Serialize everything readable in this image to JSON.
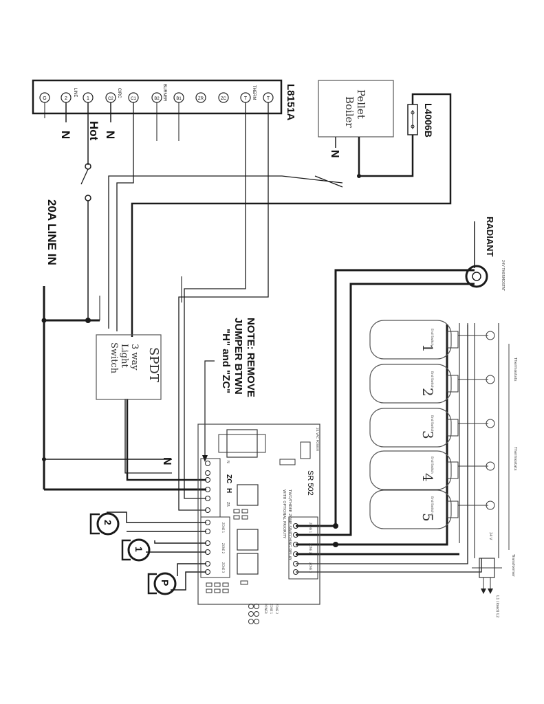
{
  "control_l8151a": {
    "name": "L8151A",
    "terminals": [
      "G",
      "2",
      "1",
      "C2",
      "C1",
      "B2",
      "B1",
      "ZR",
      "ZC",
      "T",
      "T"
    ],
    "labels": {
      "line": "LINE",
      "circ": "CIRC",
      "burner": "BURNER",
      "therm": "THERM"
    }
  },
  "labels": {
    "neutral": "N",
    "hot": "Hot",
    "line_in": "20A LINE IN",
    "radiant": "RADIANT",
    "thermostat": "24V THERMOSTAT",
    "note": [
      "NOTE: REMOVE",
      "JUMPER BTWN",
      "\"H\" and \"ZC\""
    ],
    "spdt": "SPDT",
    "spdt_hand": [
      "3 way",
      "Light",
      "Switch"
    ],
    "pellet": [
      "Pellet",
      "Boiler"
    ],
    "l4006b": "L4006B"
  },
  "sr502": {
    "name": "SR 502",
    "desc": [
      "TWO/THREE ZONE SWITCHING RELAY",
      "WITH OPTIONAL PRIORITY"
    ],
    "power": "24 VAC POWER",
    "terminals": [
      "N",
      "H",
      "ZC",
      "ZR"
    ],
    "zones": [
      "ZONE 1",
      "ZONE 2",
      "ZONE 3"
    ],
    "legend": [
      "POWER",
      "ZONE 1",
      "ZONE 2"
    ]
  },
  "pumps": [
    "2",
    "1",
    "P"
  ],
  "tanks": {
    "numbers": [
      "1",
      "2",
      "3",
      "4",
      "5"
    ],
    "end_switch": "End Switch",
    "thermostats": "Thermostats",
    "transformer": "Transformer",
    "volt": "24 V",
    "plug": "L1 (load) L2"
  },
  "colors": {
    "line": "#1a1a1a",
    "background": "#ffffff"
  }
}
